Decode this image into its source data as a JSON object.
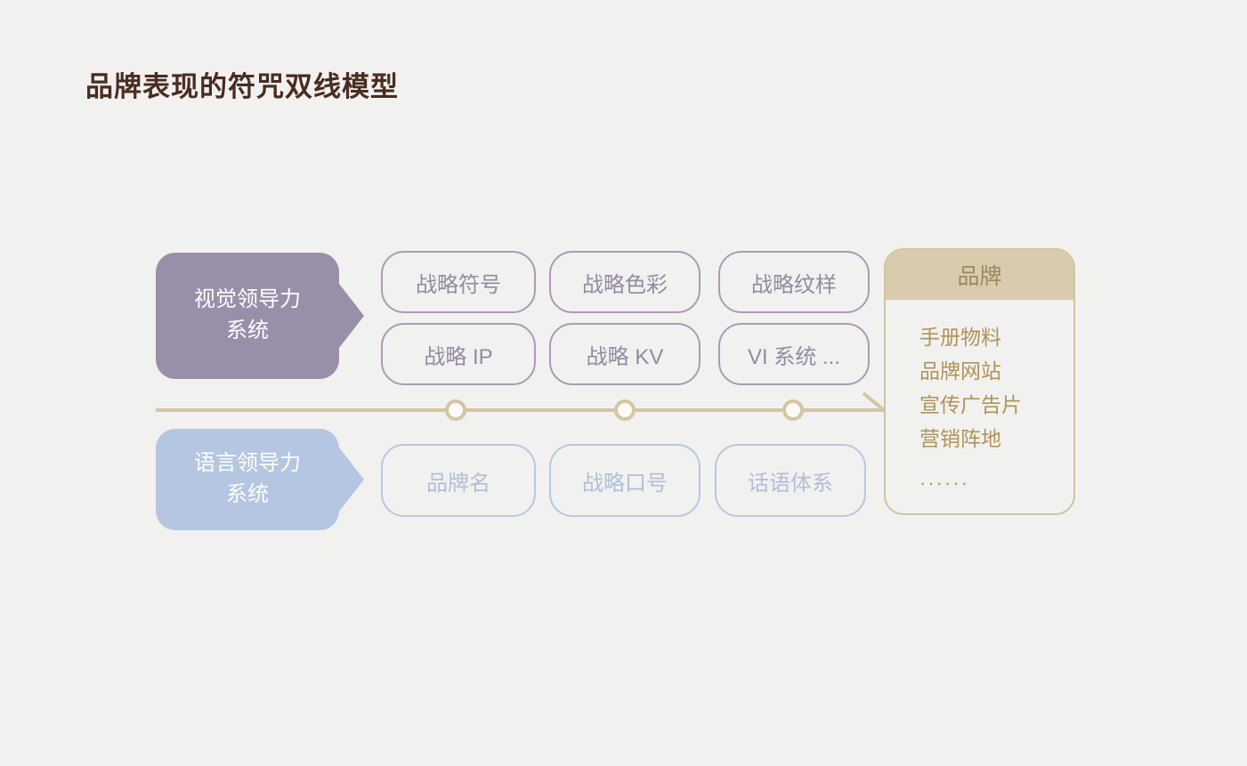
{
  "page": {
    "title": "品牌表现的符咒双线模型",
    "background_color": "#f1f1f0",
    "title_color": "#4a2c20"
  },
  "diagram": {
    "type": "two-track-model",
    "tracks": [
      {
        "id": "visual-leadership",
        "badge_label": "视觉领导力\n系统",
        "accent_color": "#9a8fa9",
        "border_color": "#a99cb6",
        "text_color": "#948aa2",
        "rows": [
          {
            "cards": [
              "战略符号",
              "战略色彩",
              "战略纹样"
            ]
          },
          {
            "cards": [
              "战略 IP",
              "战略 KV",
              "VI 系统 ..."
            ]
          }
        ]
      },
      {
        "id": "language-leadership",
        "badge_label": "语言领导力\n系统",
        "accent_color": "#b4c6e1",
        "border_color": "#b6c8e2",
        "text_color": "#b0bfd6",
        "rows": [
          {
            "cards": [
              "品牌名",
              "战略口号",
              "话语体系"
            ]
          }
        ]
      }
    ],
    "timeline": {
      "color": "#d4c6a4",
      "node_count": 3,
      "arrow_direction": "right"
    },
    "output_panel": {
      "header": "品牌",
      "header_bg": "#d8cbae",
      "header_text_color": "#9d8a5b",
      "border_color": "#d2c39f",
      "text_color": "#b19358",
      "items": [
        "手册物料",
        "品牌网站",
        "宣传广告片",
        "营销阵地"
      ],
      "ellipsis": "······"
    }
  }
}
